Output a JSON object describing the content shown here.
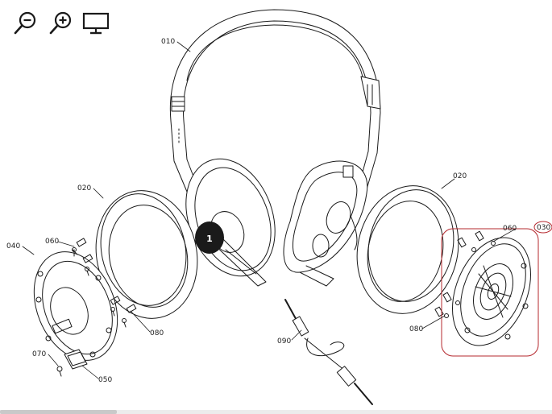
{
  "toolbar": {
    "zoom_out_icon": "zoom-out-icon",
    "zoom_in_icon": "zoom-in-icon",
    "display_icon": "monitor-icon"
  },
  "callouts": {
    "c010": "010",
    "c020_left": "020",
    "c020_right": "020",
    "c030": "030",
    "c040": "040",
    "c050": "050",
    "c060_left": "060",
    "c060_right": "060",
    "c070": "070",
    "c080_left": "080",
    "c080_right": "080",
    "c090": "090"
  },
  "logo_badge": "1",
  "colors": {
    "line": "#1a1a1a",
    "highlight": "#b5282e"
  }
}
